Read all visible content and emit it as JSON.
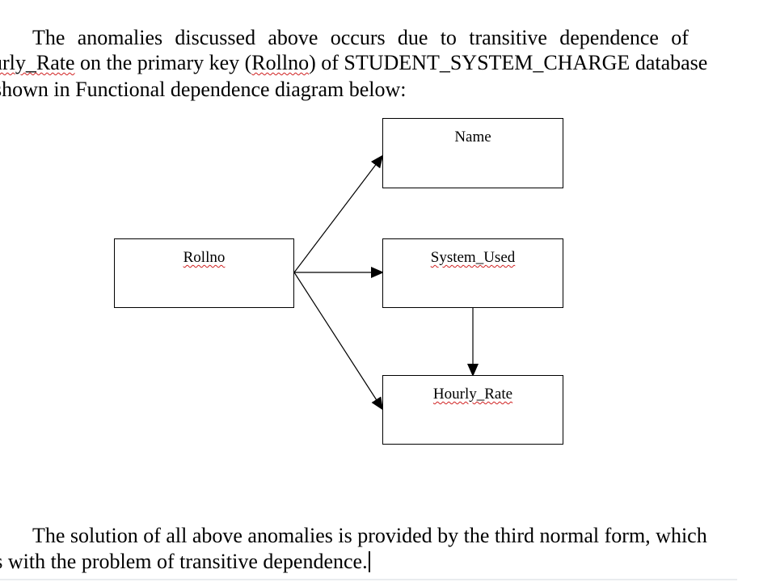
{
  "document": {
    "paragraph1": {
      "line1": [
        "The",
        "anomalies",
        "discussed",
        "above",
        "occurs",
        "due",
        "to",
        "transitive",
        "dependence",
        "of"
      ],
      "line2_prefix": "urly_Rate",
      "line2_text": " on the primary key (",
      "line2_key": "Rollno",
      "line2_suffix": ") of STUDENT_SYSTEM_CHARGE database",
      "line3": "shown in Functional dependence diagram below:"
    },
    "paragraph2": {
      "line1": "The solution of all above anomalies is provided by the third normal form, which",
      "line2": "ls with the problem of transitive dependence."
    }
  },
  "diagram": {
    "boxes": {
      "name": "Name",
      "rollno": "Rollno",
      "system_used": "System_Used",
      "hourly_rate": "Hourly_Rate"
    }
  }
}
